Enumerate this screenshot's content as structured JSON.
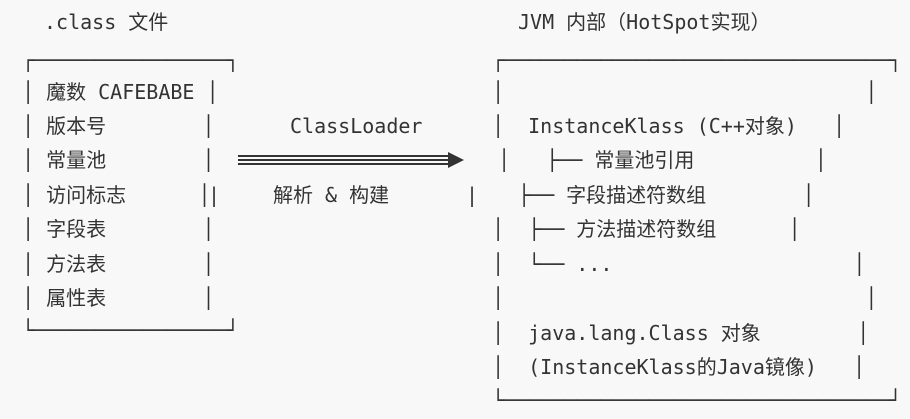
{
  "left": {
    "heading": ".class 文件",
    "box_top": "┌────────────────┐",
    "rows": [
      "│ 魔数 CAFEBABE │",
      "│ 版本号        │",
      "│ 常量池        │",
      "│ 访问标志      │",
      "│ 字段表        │",
      "│ 方法表        │",
      "│ 属性表        │"
    ],
    "box_bottom": "└────────────────┘"
  },
  "middle": {
    "loader_label": "ClassLoader",
    "action_label": "解析 & 构建",
    "bar_left": "|",
    "bar_right": "|"
  },
  "right": {
    "heading": "JVM 内部（HotSpot实现）",
    "box_top": "┌────────────────────────────────┐",
    "rows": [
      "│                              │",
      "│  InstanceKlass (C++对象)   │",
      "│   ├── 常量池引用          │",
      "├── 字段描述符数组        │",
      "│  ├── 方法描述符数组      │",
      "│  └── ...                    │",
      "│                              │",
      "│  java.lang.Class 对象        │",
      "│  (InstanceKlass的Java镜像)   │"
    ],
    "box_bottom": "└────────────────────────────────┘"
  },
  "colors": {
    "text": "#333333",
    "background": "#f8f8f8"
  }
}
